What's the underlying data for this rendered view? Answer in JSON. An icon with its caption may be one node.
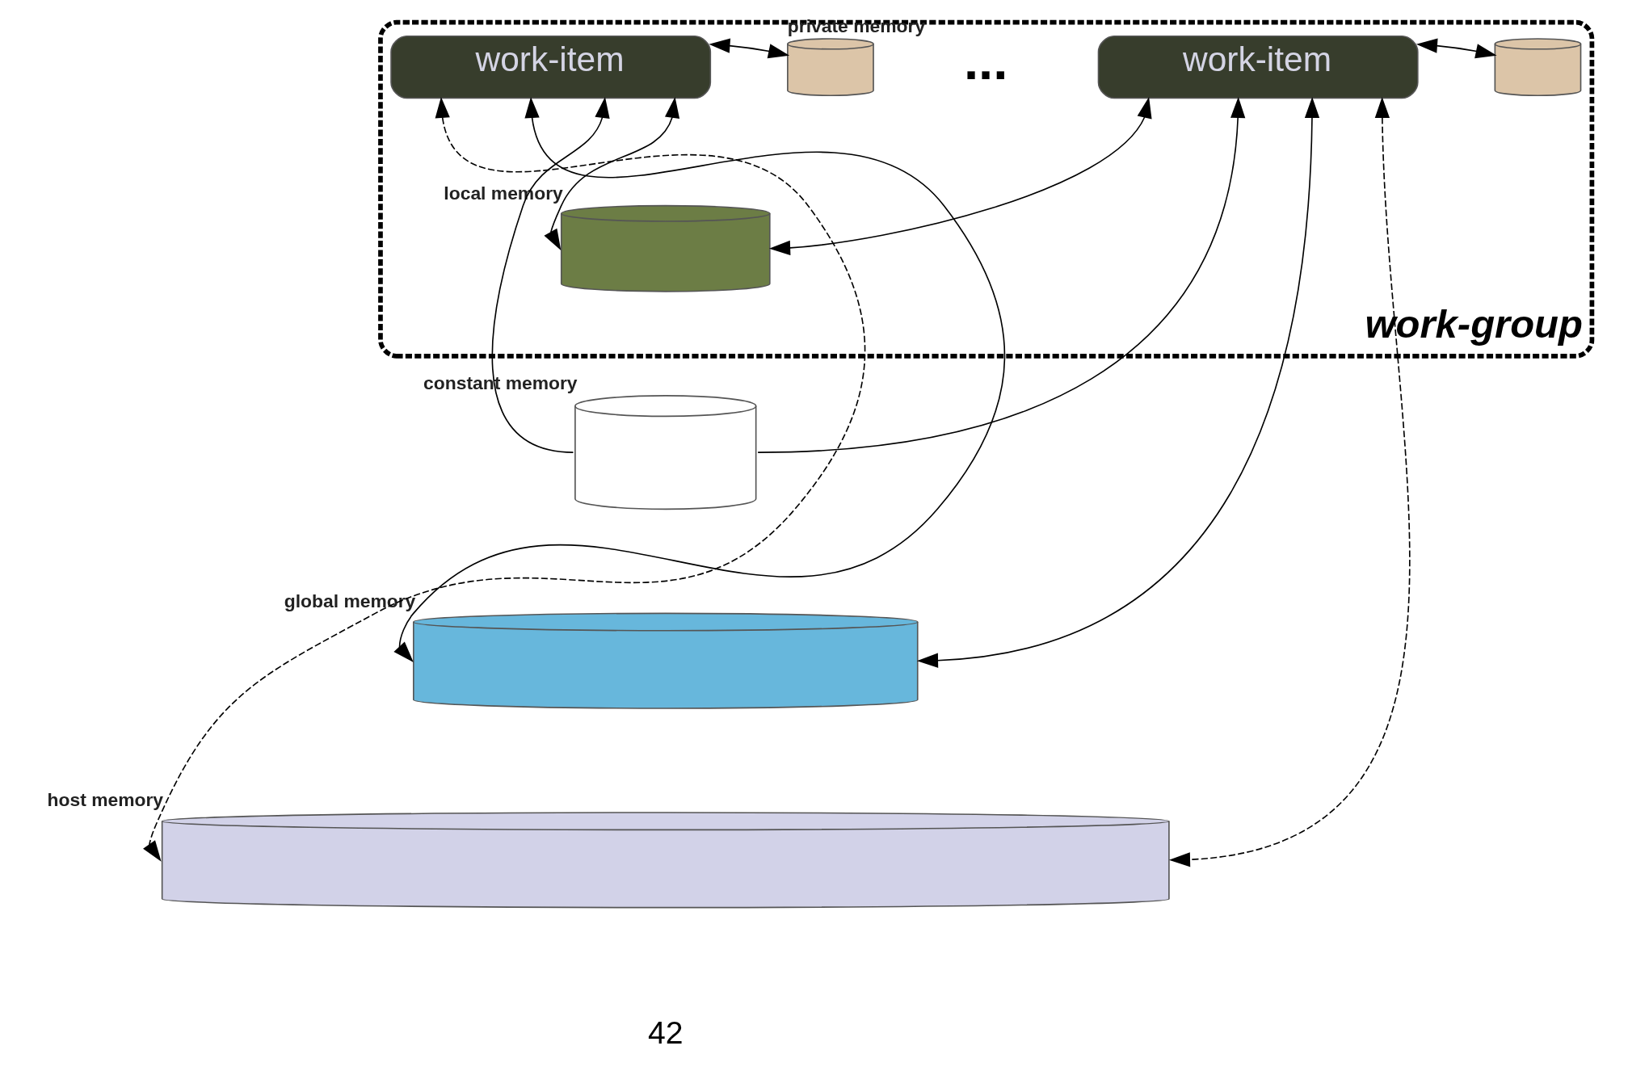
{
  "diagram": {
    "nodes": [
      {
        "text": [
          "work-group"
        ]
      },
      {
        "text": [
          "work-item"
        ],
        "in": 0
      },
      {
        "text": [],
        "shape": "cylinder",
        "in": 0,
        "beside": [
          "private memory"
        ]
      },
      {
        "text": [
          "work-item"
        ],
        "in": 0
      },
      {
        "text": [],
        "shape": "cylinder",
        "in": 0
      },
      {
        "text": [],
        "shape": "cylinder",
        "in": 0,
        "beside": [
          "local memory"
        ]
      },
      {
        "text": [],
        "shape": "cylinder",
        "beside": [
          "constant memory"
        ]
      },
      {
        "text": [],
        "shape": "cylinder",
        "beside": [
          "global memory"
        ]
      },
      {
        "text": [],
        "shape": "cylinder",
        "beside": [
          "host memory"
        ]
      }
    ],
    "edges": [
      {
        "from": 1,
        "to": 2,
        "arrow": "both"
      },
      {
        "from": 3,
        "to": 4,
        "arrow": "both"
      },
      {
        "from": 1,
        "to": 5,
        "arrow": "both"
      },
      {
        "from": 3,
        "to": 5,
        "arrow": "both"
      },
      {
        "from": 6,
        "to": 1,
        "arrow": "to"
      },
      {
        "from": 6,
        "to": 3,
        "arrow": "to"
      },
      {
        "from": 1,
        "to": 7,
        "arrow": "both"
      },
      {
        "from": 3,
        "to": 7,
        "arrow": "both"
      },
      {
        "from": 1,
        "to": 8,
        "arrow": "both",
        "style": "dashed"
      },
      {
        "from": 3,
        "to": 8,
        "arrow": "both",
        "style": "dashed"
      }
    ],
    "labels": [
      "...",
      "42"
    ]
  }
}
